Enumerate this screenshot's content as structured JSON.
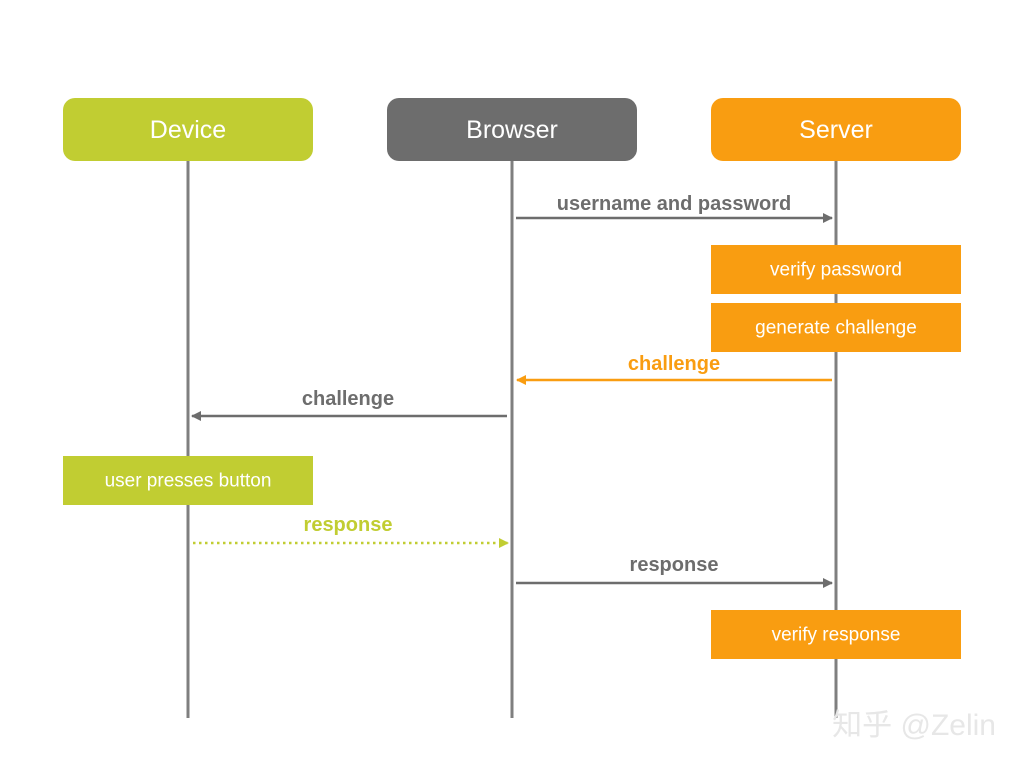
{
  "colors": {
    "device": "#c1cd32",
    "browser": "#6d6d6d",
    "server": "#f99d11",
    "lifeline": "#7f7f7f",
    "watermark": "#e7e7e7"
  },
  "actors": {
    "device": "Device",
    "browser": "Browser",
    "server": "Server"
  },
  "messages": {
    "username_password": "username and password",
    "challenge_from_server": "challenge",
    "challenge_to_device": "challenge",
    "response_from_device": "response",
    "response_to_server": "response"
  },
  "processes": {
    "verify_password": "verify password",
    "generate_challenge": "generate challenge",
    "user_presses_button": "user presses button",
    "verify_response": "verify response"
  },
  "watermark": "知乎 @Zelin"
}
